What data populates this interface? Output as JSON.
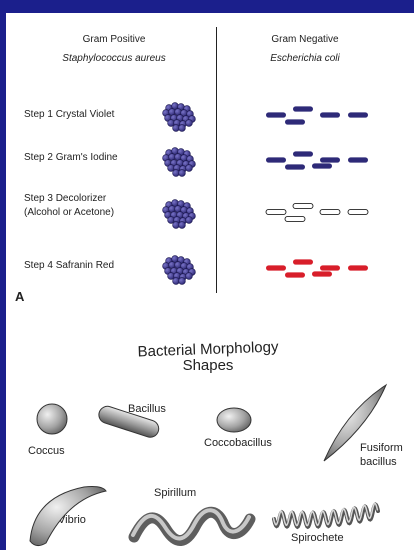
{
  "gram_stain": {
    "positive": {
      "title": "Gram Positive",
      "organism": "Staphylococcus aureus"
    },
    "negative": {
      "title": "Gram Negative",
      "organism": "Escherichia coli"
    },
    "steps": [
      {
        "label_line1": "Step 1 Crystal Violet",
        "label_line2": "",
        "rod_color": "#2e2a78"
      },
      {
        "label_line1": "Step 2 Gram's Iodine",
        "label_line2": "",
        "rod_color": "#2e2a78"
      },
      {
        "label_line1": "Step 3 Decolorizer",
        "label_line2": "(Alcohol or Acetone)",
        "rod_color": "#ffffff"
      },
      {
        "label_line1": "Step 4 Safranin Red",
        "label_line2": "",
        "rod_color": "#d81e2a"
      }
    ],
    "cocci_color": "#3b3592",
    "panel_letter": "A"
  },
  "morphology": {
    "title_line1": "Bacterial Morphology",
    "title_line2": "Shapes",
    "shapes": {
      "coccus": "Coccus",
      "bacillus": "Bacillus",
      "coccobacillus": "Coccobacillus",
      "fusiform_line1": "Fusiform",
      "fusiform_line2": "bacillus",
      "vibrio": "Vibrio",
      "spirillum": "Spirillum",
      "spirochete": "Spirochete"
    }
  },
  "colors": {
    "background": "#1b1f8c",
    "panel": "#ffffff",
    "shape_gray": "#8a8a8a"
  }
}
